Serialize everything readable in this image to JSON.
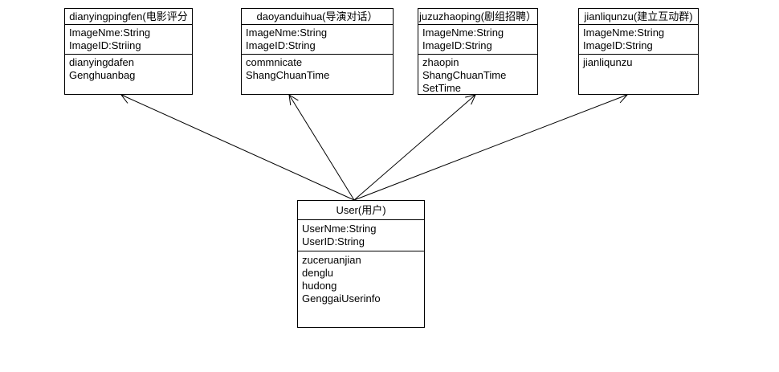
{
  "classes": {
    "c1": {
      "name": "dianyingpingfen(电影评分",
      "attributes": [
        "ImageNme:String",
        "ImageID:Striing"
      ],
      "methods": [
        "dianyingdafen",
        "Genghuanbag"
      ]
    },
    "c2": {
      "name": "daoyanduihua(导演对话）",
      "attributes": [
        "ImageNme:String",
        "ImageID:String"
      ],
      "methods": [
        "commnicate",
        "ShangChuanTime"
      ]
    },
    "c3": {
      "name": "juzuzhaoping(剧组招聘）",
      "attributes": [
        "ImageNme:String",
        "ImageID:String"
      ],
      "methods": [
        "zhaopin",
        "ShangChuanTime",
        "SetTime"
      ]
    },
    "c4": {
      "name": "jianliqunzu(建立互动群)",
      "attributes": [
        "ImageNme:String",
        "ImageID:String"
      ],
      "methods": [
        "jianliqunzu"
      ]
    },
    "user": {
      "name": "User(用户)",
      "attributes": [
        "UserNme:String",
        "UserID:String"
      ],
      "methods": [
        "zuceruanjian",
        "denglu",
        "hudong",
        "GenggaiUserinfo"
      ]
    }
  },
  "associations": [
    {
      "from": "User(用户)",
      "to": "dianyingpingfen(电影评分"
    },
    {
      "from": "User(用户)",
      "to": "daoyanduihua(导演对话）"
    },
    {
      "from": "User(用户)",
      "to": "juzuzhaoping(剧组招聘）"
    },
    {
      "from": "User(用户)",
      "to": "jianliqunzu(建立互动群)"
    }
  ]
}
